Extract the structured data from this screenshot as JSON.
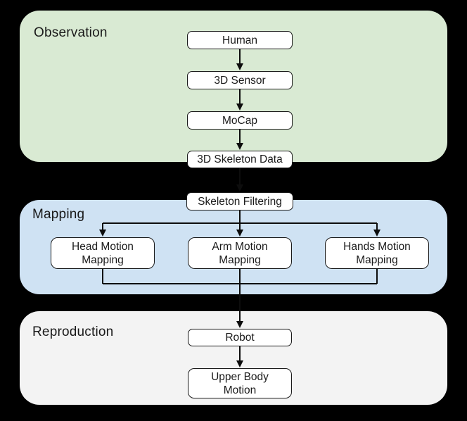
{
  "style": {
    "background": "#000000",
    "line_color": "#0d0d0d",
    "node_fill": "#ffffff",
    "node_border": "#1a1a1a",
    "text_color": "#1a1a1a"
  },
  "sections": {
    "observation": {
      "label": "Observation",
      "fill": "#d9ead3"
    },
    "mapping": {
      "label": "Mapping",
      "fill": "#cfe2f3"
    },
    "reproduction": {
      "label": "Reproduction",
      "fill": "#f3f3f3"
    }
  },
  "nodes": {
    "human": {
      "label": "Human"
    },
    "sensor_3d": {
      "label": "3D Sensor"
    },
    "mocap": {
      "label": "MoCap"
    },
    "skeleton_data": {
      "label": "3D Skeleton Data"
    },
    "skeleton_filtering": {
      "label": "Skeleton Filtering"
    },
    "head_mapping": {
      "label": "Head Motion Mapping"
    },
    "arm_mapping": {
      "label": "Arm Motion Mapping"
    },
    "hands_mapping": {
      "label": "Hands Motion Mapping"
    },
    "robot": {
      "label": "Robot"
    },
    "upper_body": {
      "label": "Upper Body Motion"
    }
  },
  "edges": [
    {
      "from": "human",
      "to": "sensor_3d"
    },
    {
      "from": "sensor_3d",
      "to": "mocap"
    },
    {
      "from": "mocap",
      "to": "skeleton_data"
    },
    {
      "from": "skeleton_data",
      "to": "skeleton_filtering"
    },
    {
      "from": "skeleton_filtering",
      "to": "head_mapping"
    },
    {
      "from": "skeleton_filtering",
      "to": "arm_mapping"
    },
    {
      "from": "skeleton_filtering",
      "to": "hands_mapping"
    },
    {
      "from": "head_mapping",
      "to": "robot"
    },
    {
      "from": "arm_mapping",
      "to": "robot"
    },
    {
      "from": "hands_mapping",
      "to": "robot"
    },
    {
      "from": "robot",
      "to": "upper_body"
    }
  ]
}
